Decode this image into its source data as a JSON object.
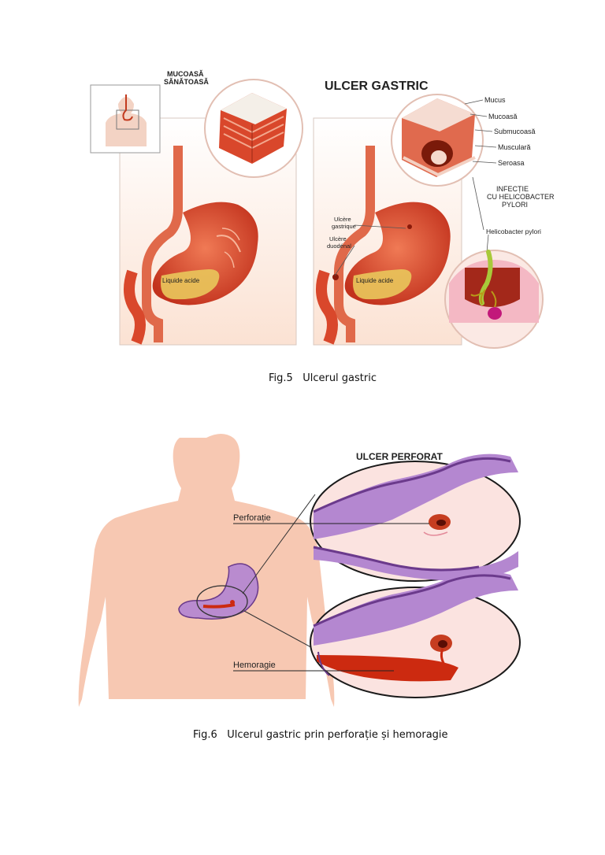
{
  "figure5": {
    "title": "ULCER GASTRIC",
    "healthy_label_line1": "MUCOASĂ",
    "healthy_label_line2": "SĂNĂTOASĂ",
    "layers": [
      "Mucus",
      "Mucoasă",
      "Submucoasă",
      "Musculară",
      "Seroasa"
    ],
    "infection_line1": "INFECȚIE",
    "infection_line2": "CU HELICOBACTER",
    "infection_line3": "PYLORI",
    "bacterium_label": "Helicobacter pylori",
    "ulcer_gastric_line1": "Ulcère",
    "ulcer_gastric_line2": "gastrique",
    "ulcer_duodenal_line1": "Ulcère",
    "ulcer_duodenal_line2": "duodénal",
    "liquid_left": "Liquide acide",
    "liquid_right": "Liquide acide",
    "caption": "Fig.5   Ulcerul gastric"
  },
  "figure6": {
    "title": "ULCER PERFORAT",
    "perforation_label": "Perforație",
    "hemorrhage_label": "Hemoragie",
    "caption": "Fig.6   Ulcerul gastric prin perforație și hemoragie"
  },
  "colors": {
    "stomach": "#d9472b",
    "stomach_light": "#f0a080",
    "skin": "#f7cbb6",
    "acid": "#e8c15a",
    "purple": "#8a5aa8",
    "blood": "#cc2a10"
  }
}
